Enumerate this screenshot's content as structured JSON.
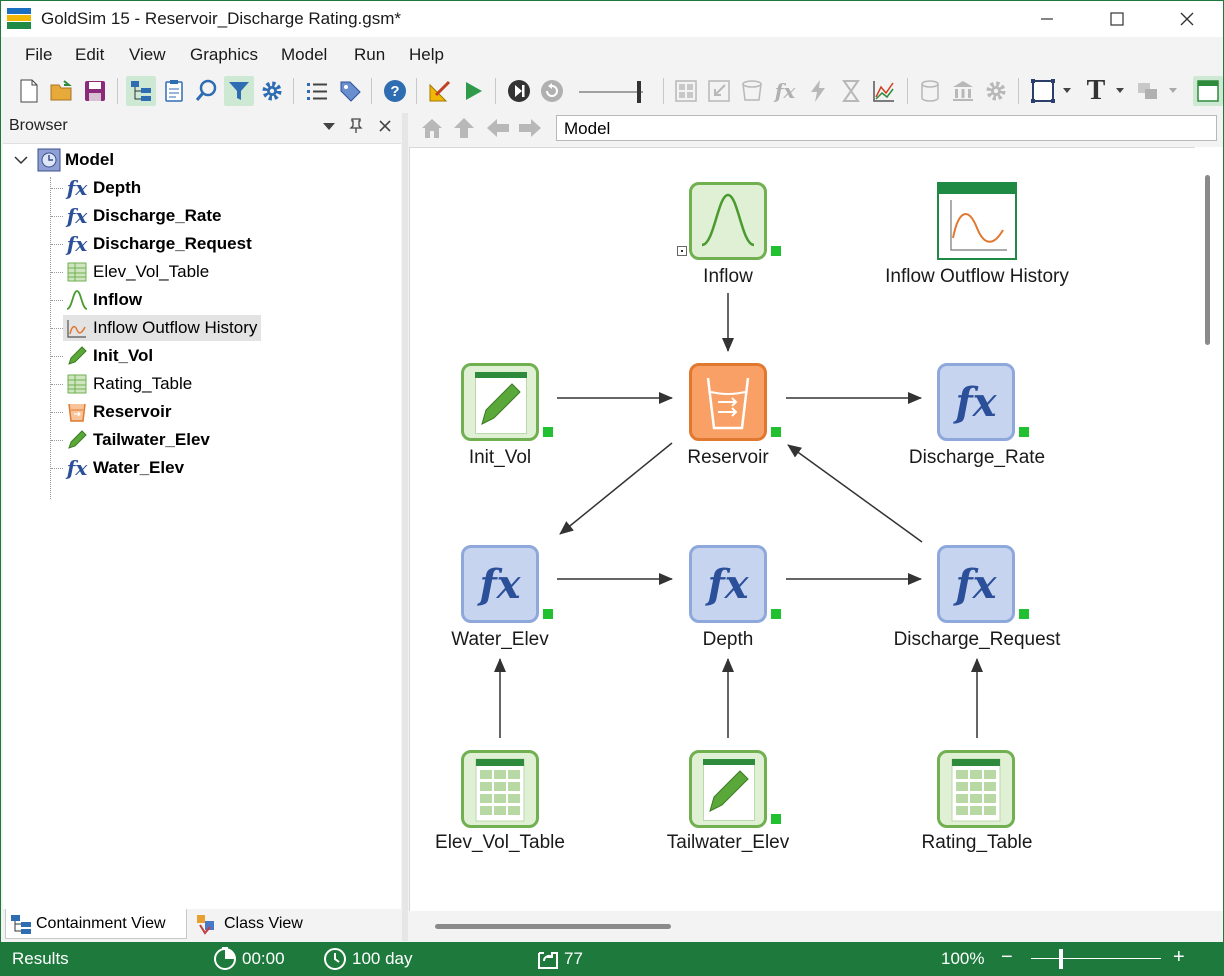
{
  "window": {
    "title": "GoldSim 15  - Reservoir_Discharge Rating.gsm*",
    "minimize_icon": "minimize-icon",
    "maximize_icon": "maximize-icon",
    "close_icon": "close-icon"
  },
  "menu": [
    "File",
    "Edit",
    "View",
    "Graphics",
    "Model",
    "Run",
    "Help"
  ],
  "browser": {
    "title": "Browser",
    "root": "Model",
    "items": [
      {
        "label": "Depth",
        "icon": "fx-icon",
        "bold": true
      },
      {
        "label": "Discharge_Rate",
        "icon": "fx-icon",
        "bold": true
      },
      {
        "label": "Discharge_Request",
        "icon": "fx-icon",
        "bold": true
      },
      {
        "label": "Elev_Vol_Table",
        "icon": "table-icon",
        "bold": false
      },
      {
        "label": "Inflow",
        "icon": "distribution-icon",
        "bold": true
      },
      {
        "label": "Inflow Outflow History",
        "icon": "chart-icon",
        "bold": false,
        "selected": true
      },
      {
        "label": "Init_Vol",
        "icon": "pencil-icon",
        "bold": true
      },
      {
        "label": "Rating_Table",
        "icon": "table-icon",
        "bold": false
      },
      {
        "label": "Reservoir",
        "icon": "reservoir-icon",
        "bold": true
      },
      {
        "label": "Tailwater_Elev",
        "icon": "pencil-icon",
        "bold": true
      },
      {
        "label": "Water_Elev",
        "icon": "fx-icon",
        "bold": true
      }
    ],
    "tabs": [
      "Containment View",
      "Class View"
    ]
  },
  "nav": {
    "address": "Model"
  },
  "graph": {
    "nodes": {
      "inflow": "Inflow",
      "history": "Inflow Outflow History",
      "init_vol": "Init_Vol",
      "reservoir": "Reservoir",
      "discharge_rate": "Discharge_Rate",
      "water_elev": "Water_Elev",
      "depth": "Depth",
      "discharge_request": "Discharge_Request",
      "elev_vol_table": "Elev_Vol_Table",
      "tailwater_elev": "Tailwater_Elev",
      "rating_table": "Rating_Table"
    },
    "fx_symbol": "fx"
  },
  "status": {
    "results": "Results",
    "time": "00:00",
    "duration": "100 day",
    "count": "77",
    "zoom": "100%",
    "zoom_out": "−",
    "zoom_in": "+"
  },
  "colors": {
    "status_bar": "#1e7a3c",
    "element_green": "#70b050",
    "element_blue": "#8ea8dc",
    "element_orange": "#e07830",
    "status_indicator": "#20c030"
  }
}
